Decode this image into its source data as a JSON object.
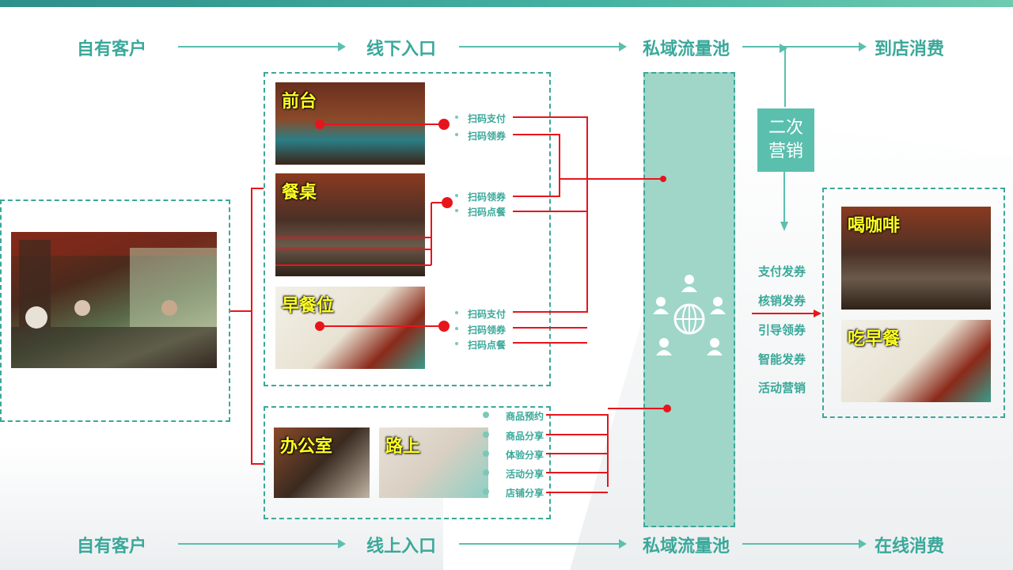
{
  "flow_top": {
    "start": "自有客户",
    "entry": "线下入口",
    "pool": "私域流量池",
    "end": "到店消费"
  },
  "flow_bottom": {
    "start": "自有客户",
    "entry": "线上入口",
    "pool": "私域流量池",
    "end": "在线消费"
  },
  "offline_spots": [
    {
      "name": "前台",
      "actions": [
        "扫码支付",
        "扫码领券"
      ]
    },
    {
      "name": "餐桌",
      "actions": [
        "扫码领券",
        "扫码点餐"
      ]
    },
    {
      "name": "早餐位",
      "actions": [
        "扫码支付",
        "扫码领券",
        "扫码点餐"
      ]
    }
  ],
  "online_spots": [
    {
      "name": "办公室"
    },
    {
      "name": "路上"
    }
  ],
  "online_actions": [
    "商品预约",
    "商品分享",
    "体验分享",
    "活动分享",
    "店铺分享"
  ],
  "secondary_marketing": {
    "line1": "二次",
    "line2": "营销"
  },
  "marketing_actions": [
    "支付发券",
    "核销发券",
    "引导领券",
    "智能发券",
    "活动营销"
  ],
  "consume_spots": [
    {
      "name": "喝咖啡"
    },
    {
      "name": "吃早餐"
    }
  ],
  "colors": {
    "teal": "#3aa89a",
    "light_teal": "#9fd6c8",
    "red": "#e8141c",
    "label_yellow": "#ffff22"
  }
}
